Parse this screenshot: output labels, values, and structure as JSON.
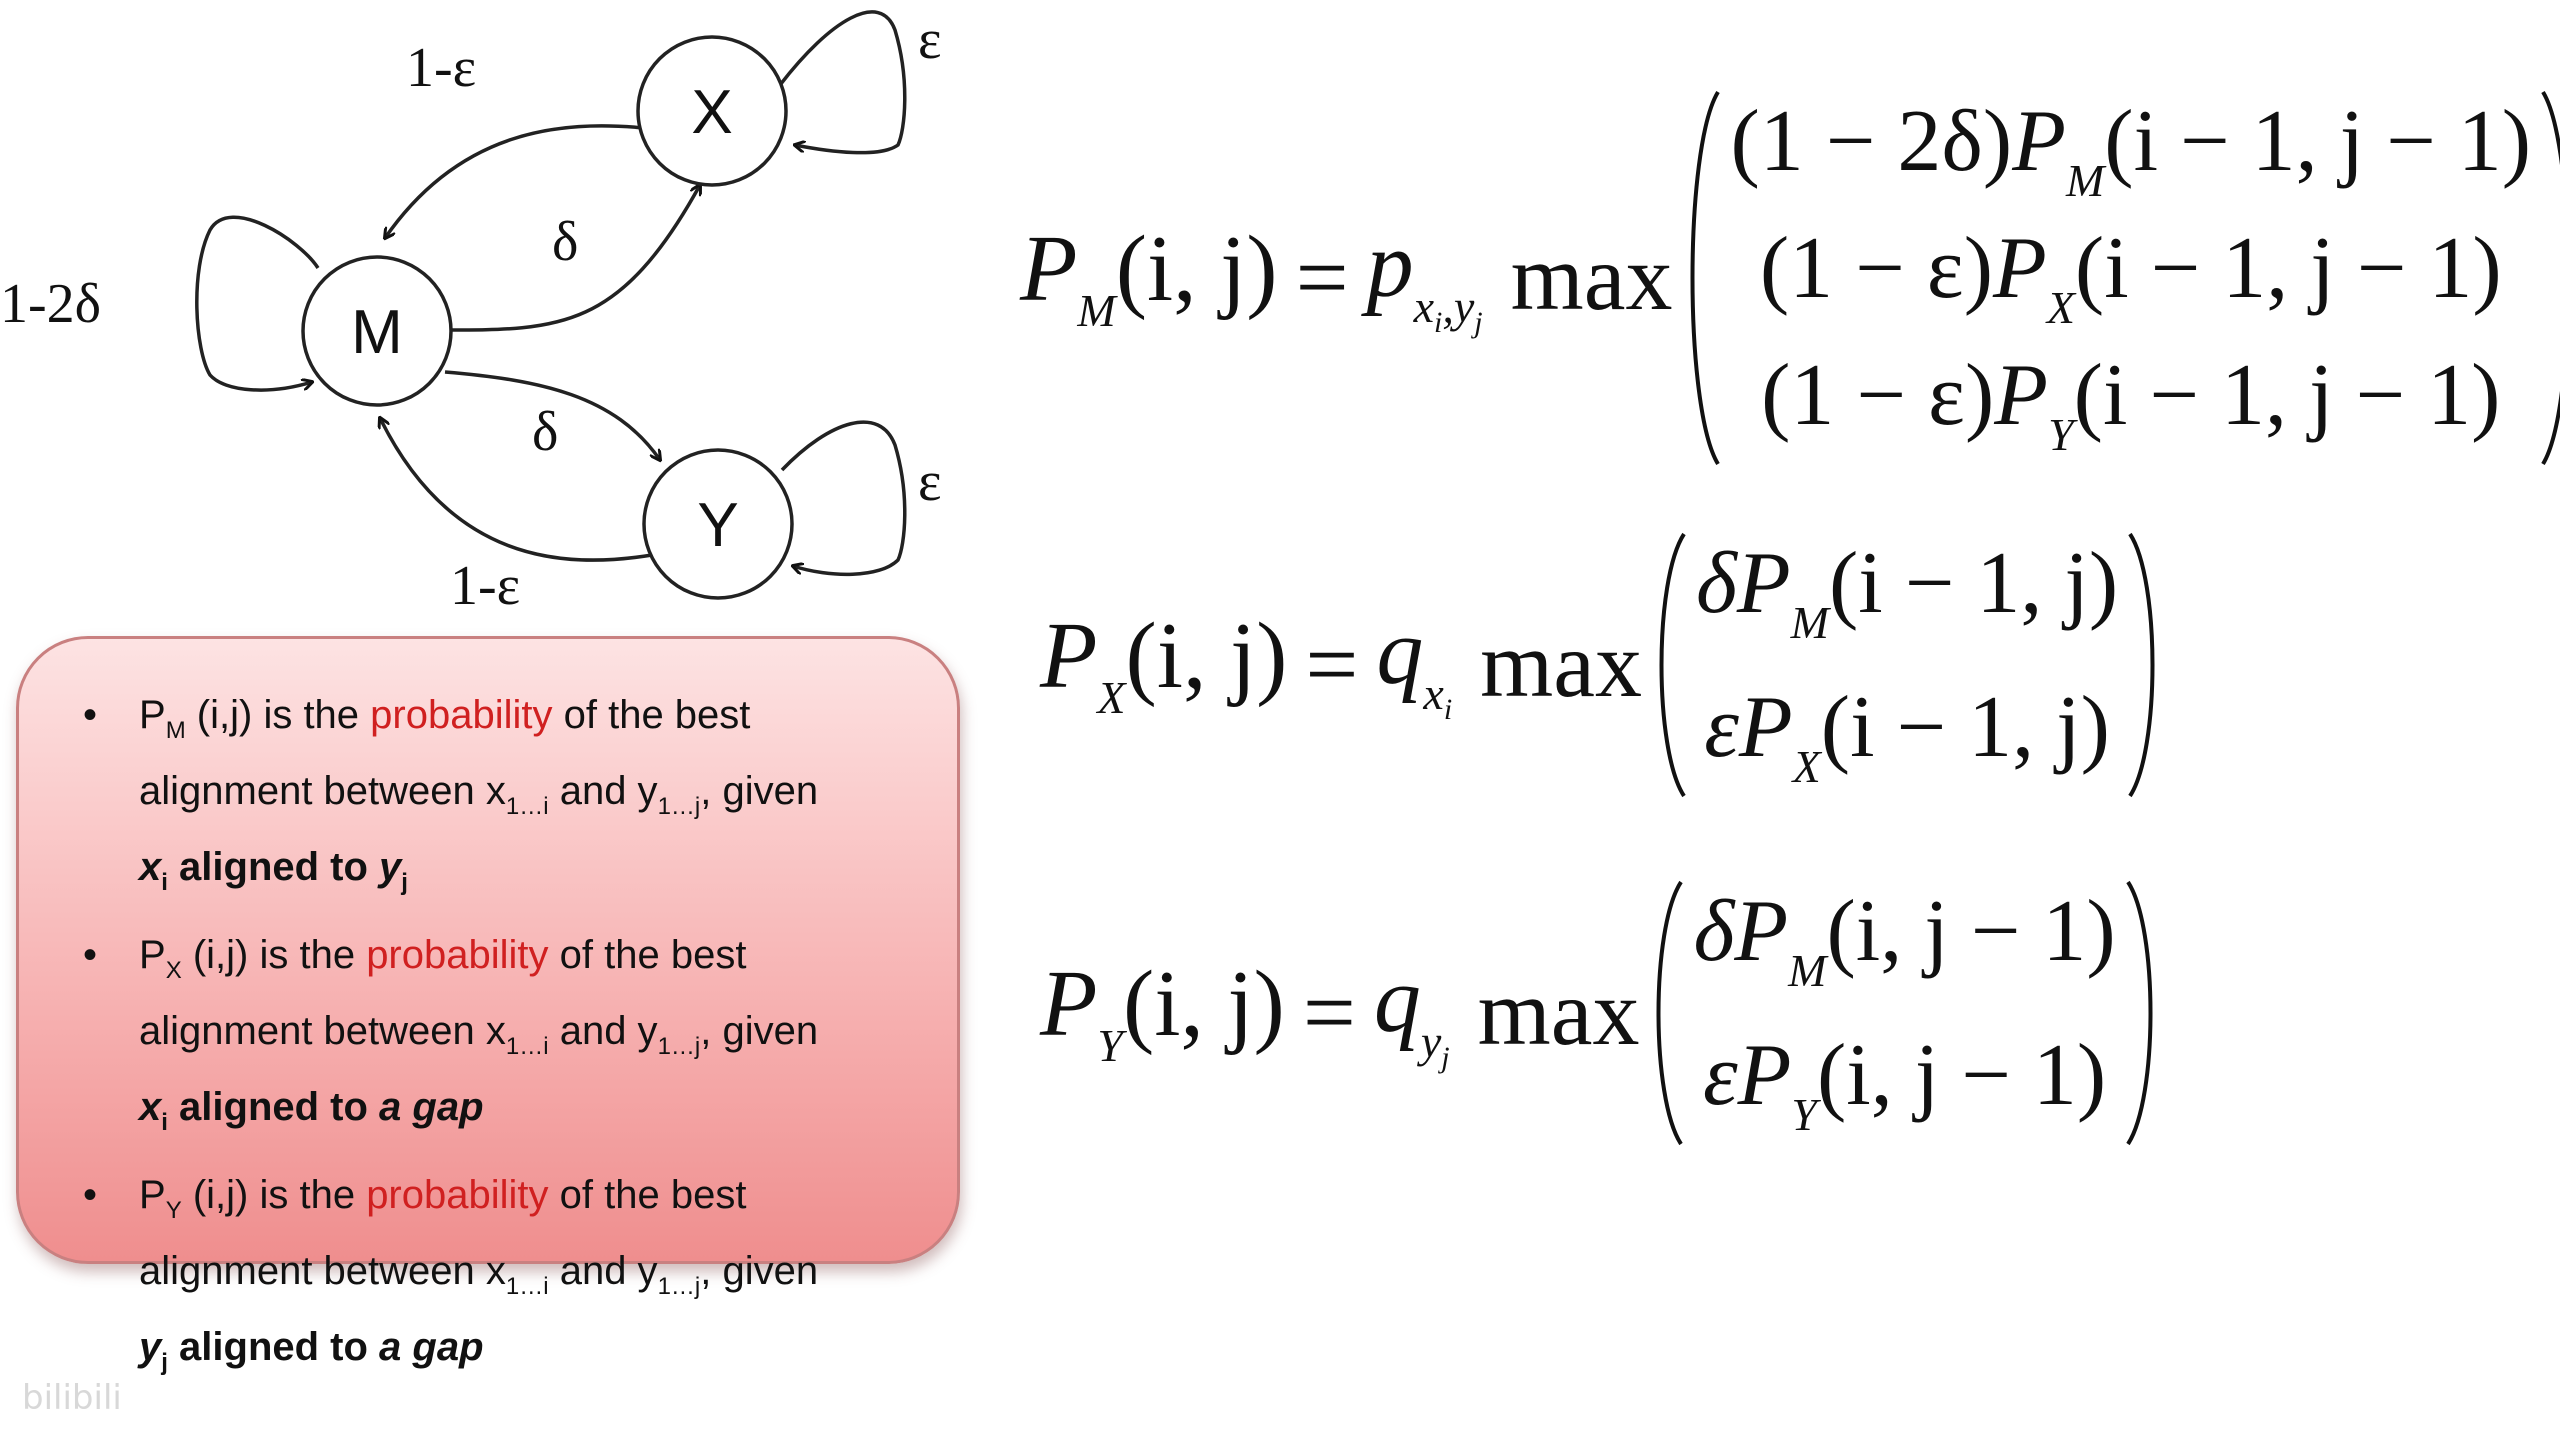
{
  "diagram": {
    "states": {
      "M": "M",
      "X": "X",
      "Y": "Y"
    },
    "edges": {
      "m_self": "1-2δ",
      "x_to_m": "1-ε",
      "m_to_x": "δ",
      "x_self": "ε",
      "m_to_y": "δ",
      "y_self": "ε",
      "y_to_m": "1-ε"
    }
  },
  "info_box": {
    "items": [
      {
        "sym": "P",
        "sym_sub": "M",
        "args": " (i,j) is the ",
        "highlight": "probability",
        "mid": " of the best alignment between x",
        "x_sub": "1…i",
        "and": " and y",
        "y_sub": "1…j",
        "given": ", given ",
        "bold_var": "x",
        "bold_var_sub": "i",
        "bold_text": " aligned to ",
        "bold_end": "y",
        "bold_end_sub": "j"
      },
      {
        "sym": "P",
        "sym_sub": "X",
        "args": " (i,j) is the ",
        "highlight": "probability",
        "mid": " of the best alignment between x",
        "x_sub": "1…i",
        "and": " and y",
        "y_sub": "1…j",
        "given": ", given ",
        "bold_var": "x",
        "bold_var_sub": "i",
        "bold_text": " aligned to ",
        "bold_end": "a gap"
      },
      {
        "sym": "P",
        "sym_sub": "Y",
        "args": " (i,j) is the ",
        "highlight": "probability",
        "mid": " of the best alignment between x",
        "x_sub": "1…i",
        "and": " and y",
        "y_sub": "1…j",
        "given": ", given ",
        "bold_var": "y",
        "bold_var_sub": "j",
        "bold_text": " aligned to ",
        "bold_end": "a gap"
      }
    ]
  },
  "equations": {
    "pm": {
      "lhs": "P",
      "lhs_sub": "M",
      "args": "(i, j)",
      "eq": "=",
      "factor": "p",
      "factor_sub": "x",
      "factor_sub_i": "i",
      "factor_sub2": "y",
      "factor_sub_j": "j",
      "max": "max",
      "rows": [
        {
          "coef": "(1 − 2δ)",
          "p": "P",
          "p_sub": "M",
          "arg": "(i − 1, j − 1)"
        },
        {
          "coef": "(1 − ε)",
          "p": "P",
          "p_sub": "X",
          "arg": "(i − 1, j − 1)"
        },
        {
          "coef": "(1 − ε)",
          "p": "P",
          "p_sub": "Y",
          "arg": "(i − 1, j − 1)"
        }
      ]
    },
    "px": {
      "lhs": "P",
      "lhs_sub": "X",
      "args": "(i, j)",
      "eq": "=",
      "factor": "q",
      "factor_sub": "x",
      "factor_sub_i": "i",
      "max": "max",
      "rows": [
        {
          "coef": "δ",
          "p": "P",
          "p_sub": "M",
          "arg": "(i − 1, j)"
        },
        {
          "coef": "ε",
          "p": "P",
          "p_sub": "X",
          "arg": "(i − 1, j)"
        }
      ]
    },
    "py": {
      "lhs": "P",
      "lhs_sub": "Y",
      "args": "(i, j)",
      "eq": "=",
      "factor": "q",
      "factor_sub": "y",
      "factor_sub_i": "j",
      "max": "max",
      "rows": [
        {
          "coef": "δ",
          "p": "P",
          "p_sub": "M",
          "arg": "(i, j − 1)"
        },
        {
          "coef": "ε",
          "p": "P",
          "p_sub": "Y",
          "arg": "(i, j − 1)"
        }
      ]
    }
  },
  "watermark": "bilibili"
}
